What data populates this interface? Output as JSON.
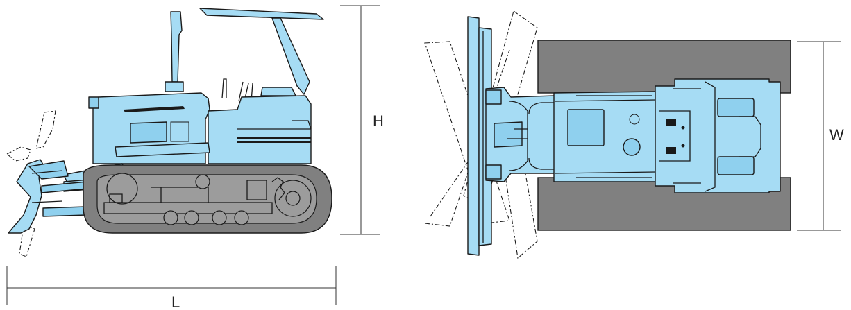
{
  "dimensions": {
    "height_label": "H",
    "length_label": "L",
    "width_label": "W"
  },
  "colors": {
    "body": "#a6dcf4",
    "track": "#808080",
    "outline": "#1a1a1a",
    "background": "#ffffff"
  }
}
